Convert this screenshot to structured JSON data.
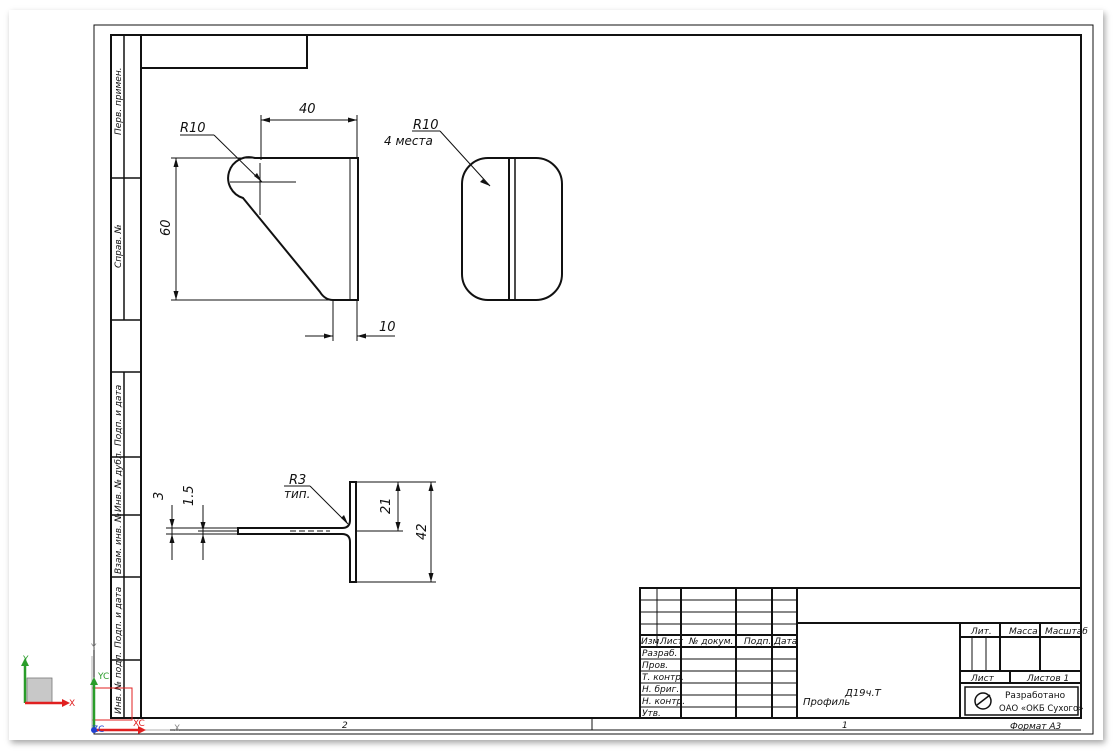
{
  "drawing": {
    "dims": {
      "d40": "40",
      "d60": "60",
      "d10": "10",
      "r10": "R10",
      "r10b": "R10",
      "places": "4 места",
      "d3": "3",
      "d15": "1.5",
      "r3": "R3",
      "typ": "тип.",
      "d21": "21",
      "d42": "42"
    }
  },
  "left_strip": {
    "perv": "Перв. примен.",
    "sprav": "Справ. №",
    "podp1": "Подп. и дата",
    "invdubl": "Инв. № дубл.",
    "vzam": "Взам. инв. №",
    "podp2": "Подп. и дата",
    "invpodl": "Инв. № подл."
  },
  "title_block": {
    "izm": "Изм.",
    "list": "Лист",
    "ndoc": "№ докум.",
    "podp": "Подп.",
    "data": "Дата",
    "razrab": "Разраб.",
    "prov": "Пров.",
    "tkontr": "Т. контр.",
    "nbrig": "Н. бриг.",
    "nkontr": "Н. контр.",
    "utv": "Утв.",
    "lit": "Лит.",
    "massa": "Масса",
    "masshtab": "Масштаб",
    "list2": "Лист",
    "listov": "Листов 1",
    "name": "Профиль",
    "code": "Д19ч.Т",
    "razrabotano": "Разработано",
    "org": "ОАО «ОКБ Сухого»",
    "format": "Формат А3"
  },
  "zones": {
    "z2": "2",
    "z1": "1"
  },
  "axes": {
    "y1": "Y",
    "x1": "X",
    "yc": "YC",
    "xc": "XC",
    "zc": "ZC",
    "y2": "Y",
    "x2": "X"
  },
  "colors": {
    "line": "#111111",
    "axis_red": "#e02020",
    "axis_green": "#2a9d2a",
    "axis_blue": "#2040d0"
  }
}
